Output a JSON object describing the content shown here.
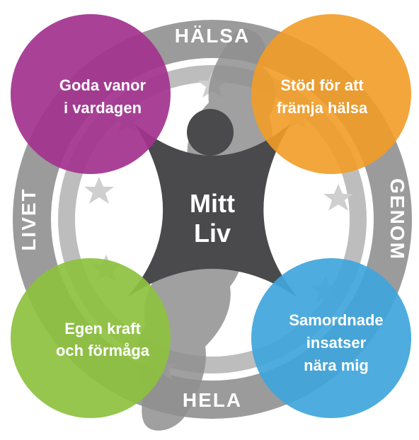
{
  "ring": {
    "top": "HÄLSA",
    "right": "GENOM",
    "bottom": "HELA",
    "left": "LIVET"
  },
  "center": {
    "line1": "Mitt",
    "line2": "Liv"
  },
  "circles": {
    "top_left": {
      "line1": "Goda vanor",
      "line2": "i vardagen",
      "line3": "",
      "color": "#A3348F"
    },
    "top_right": {
      "line1": "Stöd för att",
      "line2": "främja hälsa",
      "line3": "",
      "color": "#F29C26"
    },
    "bottom_left": {
      "line1": "Egen kraft",
      "line2": "och förmåga",
      "line3": "",
      "color": "#8DC13F"
    },
    "bottom_right": {
      "line1": "Samordnade",
      "line2": "insatser",
      "line3": "nära mig",
      "color": "#3FA5DC"
    }
  },
  "colors": {
    "ring_gray": "#9b9b9b",
    "inner_ring_gray": "#b8b8b8",
    "map_gray": "#8f8f8f",
    "center_star": "#4a4a4c"
  }
}
